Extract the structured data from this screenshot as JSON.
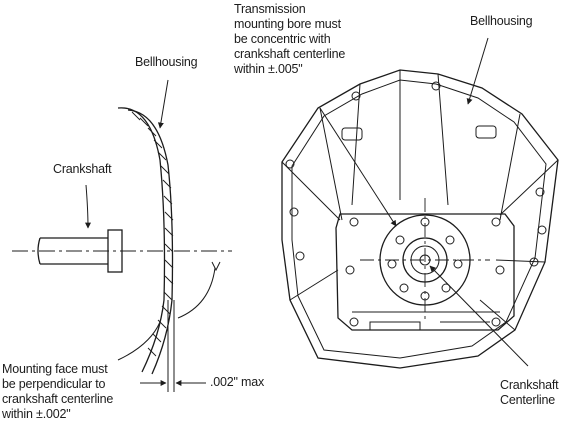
{
  "labels": {
    "bellhousing_left": "Bellhousing",
    "crankshaft": "Crankshaft",
    "mounting_face_note": "Mounting face must\nbe perpendicular to\ncrankshaft centerline\nwithin ±.002\"",
    "max_clearance": ".002\" max",
    "transmission_bore_note": "Transmission\nmounting bore must\nbe concentric with\ncrankshaft centerline\nwithin ±.005\"",
    "bellhousing_right": "Bellhousing",
    "crankshaft_centerline": "Crankshaft\nCenterline"
  }
}
